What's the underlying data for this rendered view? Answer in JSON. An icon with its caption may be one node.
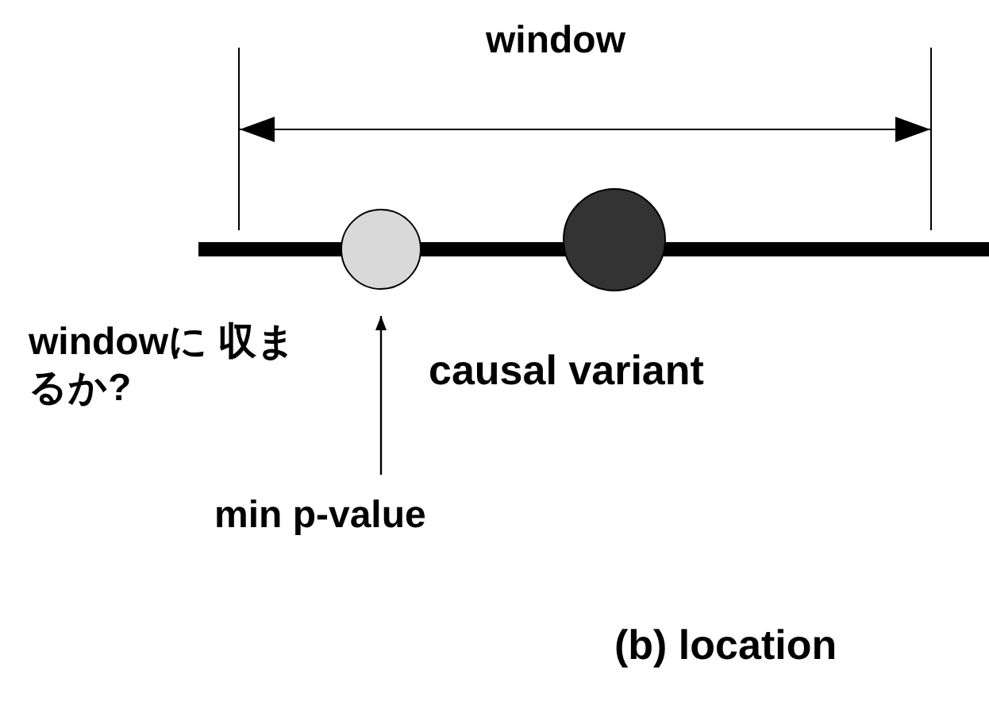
{
  "diagram": {
    "caption": "(b) location",
    "nodes": [
      {
        "text": [],
        "shape": "circle"
      },
      {
        "text": [],
        "shape": "circle",
        "beside": [
          "causal variant"
        ]
      },
      {
        "text": [
          "min p-value"
        ]
      }
    ],
    "edges": [
      {
        "from": 2,
        "to": 0,
        "arrow": "to"
      }
    ],
    "labels": [
      "window",
      "windowに 収まるか?"
    ]
  }
}
